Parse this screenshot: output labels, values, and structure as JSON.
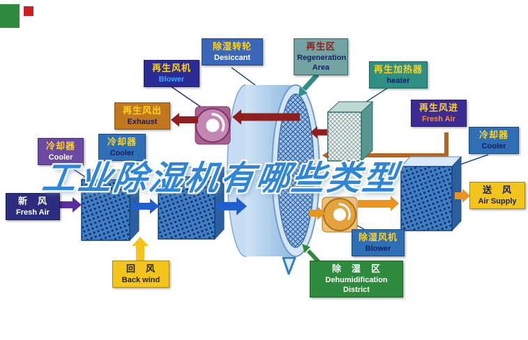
{
  "watermark": "工业除湿机有哪些类型",
  "labels": {
    "regen_blower": {
      "zh": "再生风机",
      "en": "Blower"
    },
    "desiccant": {
      "zh": "除湿转轮",
      "en": "Desiccant"
    },
    "regen_area": {
      "zh": "再生区",
      "en": "Regeneration Area"
    },
    "regen_heater": {
      "zh": "再生加热器",
      "en": "heater"
    },
    "regen_exhaust": {
      "zh": "再生风出",
      "en": "Exhaust"
    },
    "regen_fresh_air": {
      "zh": "再生风进",
      "en": "Fresh Air"
    },
    "cooler_left": {
      "zh": "冷却器",
      "en": "Cooler"
    },
    "cooler_mid": {
      "zh": "冷却器",
      "en": "Cooler"
    },
    "cooler_right": {
      "zh": "冷却器",
      "en": "Cooler"
    },
    "fresh_air_in": {
      "zh": "新　风",
      "en": "Fresh Air"
    },
    "air_supply": {
      "zh": "送　风",
      "en": "Air Supply"
    },
    "back_wind": {
      "zh": "回　风",
      "en": "Back wind"
    },
    "dehum_blower": {
      "zh": "除湿风机",
      "en": "Blower"
    },
    "dehum_district": {
      "zh": "除　湿　区",
      "en": "Dehumidification District"
    }
  },
  "colors": {
    "navy": "#2b2b96",
    "blue": "#2f6fb5",
    "teal": "#2e8f85",
    "teal_gray": "#74a3a3",
    "ochre": "#c0771e",
    "violet": "#3d2b94",
    "purple": "#6a4aa3",
    "yellow": "#f2c41c",
    "green": "#2e8b3d",
    "dark_navy": "#2d2d7f",
    "label_text_yellow": "#ffd21f",
    "watermark_blue": "#2f86d6",
    "arrow_red": "#8f1f1f",
    "arrow_orange": "#e8941f",
    "arrow_blue": "#1f5fd0",
    "arrow_purple": "#5b2d9e",
    "arrow_brown": "#b5651f",
    "wheel_blue": "#a9cbe9"
  }
}
